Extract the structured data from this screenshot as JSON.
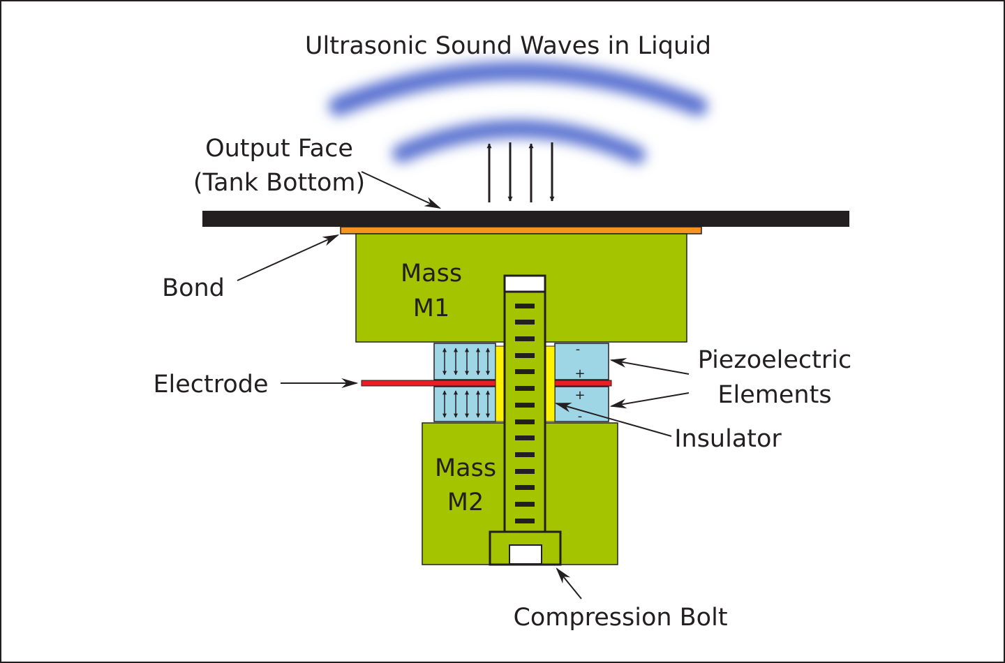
{
  "labels": {
    "title": "Ultrasonic Sound Waves in Liquid",
    "output_face_line1": "Output Face",
    "output_face_line2": "(Tank Bottom)",
    "bond": "Bond",
    "mass_m1_line1": "Mass",
    "mass_m1_line2": "M1",
    "electrode": "Electrode",
    "piezo_line1": "Piezoelectric",
    "piezo_line2": "Elements",
    "insulator": "Insulator",
    "mass_m2_line1": "Mass",
    "mass_m2_line2": "M2",
    "compression_bolt": "Compression Bolt"
  },
  "polarity": {
    "upper_top": "-",
    "upper_bottom": "+",
    "lower_top": "+",
    "lower_bottom": "-"
  },
  "colors": {
    "tank_bottom": "#231f20",
    "bond": "#f7941d",
    "mass": "#a4c400",
    "piezo": "#9fd6e6",
    "insulator": "#fff200",
    "electrode": "#ed1c24",
    "wave": "#5a72d0",
    "bolt_slot": "#231f20",
    "outline": "#231f20"
  }
}
